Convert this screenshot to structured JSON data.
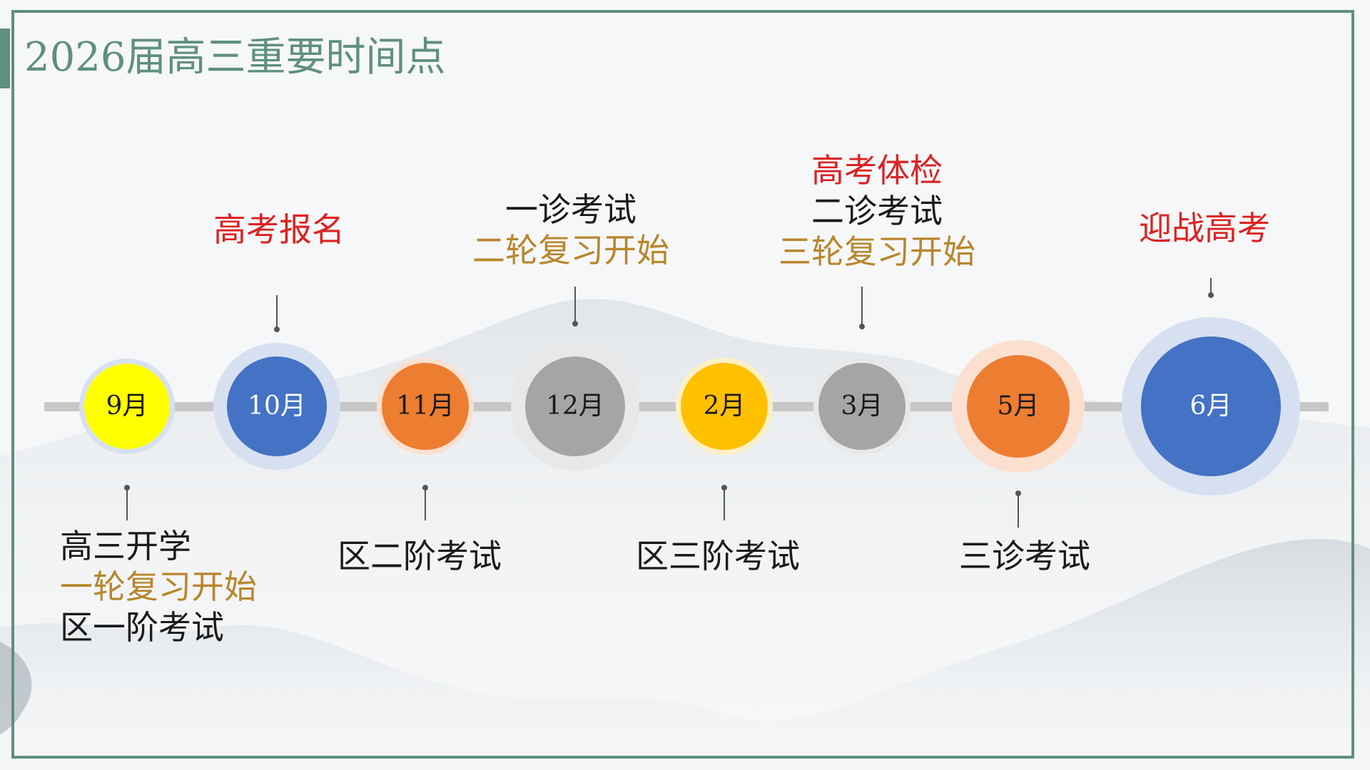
{
  "title": "2026届高三重要时间点",
  "colors": {
    "accent": "#5f8f7f",
    "black_text": "#1a1a1a",
    "red_text": "#dc2222",
    "gold_text": "#b8862c",
    "timeline": "#c7c7c7"
  },
  "milestones": [
    {
      "month": "9月",
      "fill": "#ffff00",
      "halo": "#d7e0f1",
      "text_color": "#1a1a1a",
      "position": "below",
      "labels": [
        {
          "text": "高三开学",
          "color": "#1a1a1a"
        },
        {
          "text": "一轮复习开始",
          "color": "#b8862c"
        },
        {
          "text": "区一阶考试",
          "color": "#1a1a1a"
        }
      ]
    },
    {
      "month": "10月",
      "fill": "#4472c4",
      "halo": "#d7e0f1",
      "text_color": "#ffffff",
      "position": "above",
      "labels": [
        {
          "text": "高考报名",
          "color": "#dc2222"
        }
      ]
    },
    {
      "month": "11月",
      "fill": "#ed7d31",
      "halo": "#fbe0d0",
      "text_color": "#1a1a1a",
      "position": "below",
      "labels": [
        {
          "text": "区二阶考试",
          "color": "#1a1a1a"
        }
      ]
    },
    {
      "month": "12月",
      "fill": "#a5a5a5",
      "halo": "#e8e8e8",
      "text_color": "#1a1a1a",
      "position": "above",
      "labels": [
        {
          "text": "一诊考试",
          "color": "#1a1a1a"
        },
        {
          "text": "二轮复习开始",
          "color": "#b8862c"
        }
      ]
    },
    {
      "month": "2月",
      "fill": "#ffc000",
      "halo": "#fff0c4",
      "text_color": "#1a1a1a",
      "position": "below",
      "labels": [
        {
          "text": "区三阶考试",
          "color": "#1a1a1a"
        }
      ]
    },
    {
      "month": "3月",
      "fill": "#a5a5a5",
      "halo": "#e8e8e8",
      "text_color": "#1a1a1a",
      "position": "above",
      "labels": [
        {
          "text": "高考体检",
          "color": "#dc2222"
        },
        {
          "text": "二诊考试",
          "color": "#1a1a1a"
        },
        {
          "text": "三轮复习开始",
          "color": "#b8862c"
        }
      ]
    },
    {
      "month": "5月",
      "fill": "#ed7d31",
      "halo": "#fbe0d0",
      "text_color": "#1a1a1a",
      "position": "below",
      "labels": [
        {
          "text": "三诊考试",
          "color": "#1a1a1a"
        }
      ]
    },
    {
      "month": "6月",
      "fill": "#4472c4",
      "halo": "#d7e0f1",
      "text_color": "#ffffff",
      "position": "above",
      "labels": [
        {
          "text": "迎战高考",
          "color": "#dc2222"
        }
      ]
    }
  ]
}
